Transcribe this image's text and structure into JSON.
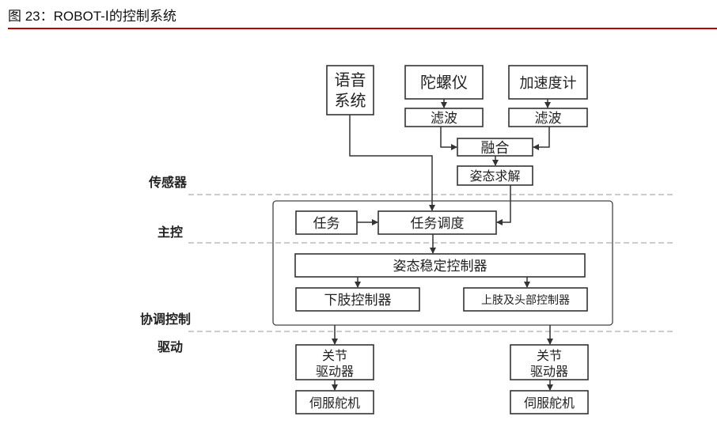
{
  "figure": {
    "title": "图 23：ROBOT-Ⅰ的控制系统",
    "rule_color": "#c00000"
  },
  "layers": {
    "sensor": "传感器",
    "main_control": "主控",
    "coordination": "协调控制",
    "drive": "驱动"
  },
  "nodes": {
    "voice_line1": "语音",
    "voice_line2": "系统",
    "gyroscope": "陀螺仪",
    "accelerometer": "加速度计",
    "filter_gyro": "滤波",
    "filter_accel": "滤波",
    "fusion": "融合",
    "attitude_solve": "姿态求解",
    "task": "任务",
    "task_schedule": "任务调度",
    "attitude_stabilizer": "姿态稳定控制器",
    "lower_limb_controller": "下肢控制器",
    "upper_limb_head_controller": "上肢及头部控制器",
    "joint_driver_left_line1": "关节",
    "joint_driver_left_line2": "驱动器",
    "joint_driver_right_line1": "关节",
    "joint_driver_right_line2": "驱动器",
    "servo_left": "伺服舵机",
    "servo_right": "伺服舵机"
  },
  "edges": [
    {
      "from": "gyroscope",
      "to": "filter_gyro"
    },
    {
      "from": "accelerometer",
      "to": "filter_accel"
    },
    {
      "from": "filter_gyro",
      "to": "fusion"
    },
    {
      "from": "filter_accel",
      "to": "fusion"
    },
    {
      "from": "fusion",
      "to": "attitude_solve"
    },
    {
      "from": "voice",
      "to": "task_schedule"
    },
    {
      "from": "attitude_solve",
      "to": "task_schedule"
    },
    {
      "from": "task",
      "to": "task_schedule"
    },
    {
      "from": "task_schedule",
      "to": "attitude_stabilizer"
    },
    {
      "from": "attitude_stabilizer",
      "to": "lower_limb_controller"
    },
    {
      "from": "attitude_stabilizer",
      "to": "upper_limb_head_controller"
    },
    {
      "from": "coordination_block",
      "to": "joint_driver_left"
    },
    {
      "from": "coordination_block",
      "to": "joint_driver_right"
    },
    {
      "from": "joint_driver_left",
      "to": "servo_left"
    },
    {
      "from": "joint_driver_right",
      "to": "servo_right"
    }
  ]
}
